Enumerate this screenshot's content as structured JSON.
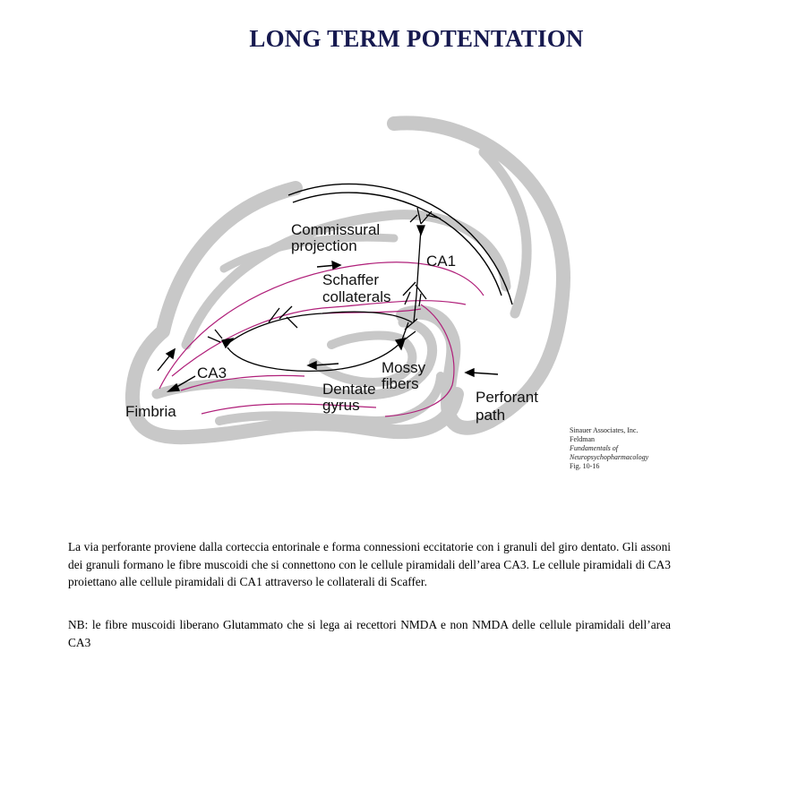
{
  "title": "LONG TERM POTENTATION",
  "diagram": {
    "labels": {
      "commissural": [
        "Commissural",
        "projection"
      ],
      "ca1": "CA1",
      "schaffer": [
        "Schaffer",
        "collaterals"
      ],
      "ca3": "CA3",
      "mossy": [
        "Mossy",
        "fibers"
      ],
      "dentate": [
        "Dentate",
        "gyrus"
      ],
      "perforant": [
        "Perforant",
        "path"
      ],
      "fimbria": "Fimbria"
    },
    "credit": [
      "Sinauer Associates, Inc.",
      "Feldman",
      "Fundamentals of",
      "Neuropsychopharmacology",
      "Fig. 10-16"
    ],
    "colors": {
      "tissue": "#c8c8c8",
      "fiber": "#b0207a",
      "ink": "#000000"
    }
  },
  "text": {
    "paragraph1": "La via perforante proviene dalla corteccia entorinale e forma connessioni eccitatorie con i granuli del giro dentato. Gli assoni dei granuli formano le fibre muscoidi che si connettono con le cellule piramidali dell’area CA3. Le cellule piramidali di CA3 proiettano alle cellule piramidali di CA1 attraverso le collaterali di Scaffer.",
    "paragraph2": "NB: le fibre muscoidi liberano Glutammato che si lega ai recettori NMDA e non NMDA delle cellule piramidali dell’area CA3"
  }
}
